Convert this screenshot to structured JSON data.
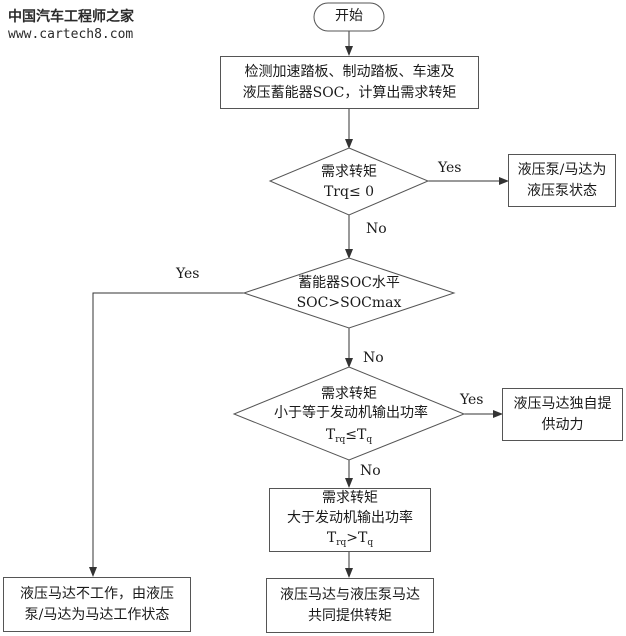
{
  "watermark": {
    "title": "中国汽车工程师之家",
    "url": "www.cartech8.com"
  },
  "nodes": {
    "start": "开始",
    "detect": {
      "line1": "检测加速踏板、制动踏板、车速及",
      "line2": "液压蓄能器SOC，计算出需求转矩"
    },
    "d1": {
      "line1": "需求转矩",
      "line2": "Trq≤ 0"
    },
    "pump_mode": {
      "line1": "液压泵/马达为",
      "line2": "液压泵状态"
    },
    "d2": {
      "line1": "蓄能器SOC水平",
      "line2": "SOC>SOCmax"
    },
    "d3": {
      "line1": "需求转矩",
      "line2": "小于等于发动机输出功率",
      "f_T": "T",
      "f_rq": "rq",
      "f_op": "≤T",
      "f_q": "q"
    },
    "motor_alone": {
      "line1": "液压马达独自提",
      "line2": "供动力"
    },
    "torque_gt": {
      "line1": "需求转矩",
      "line2": "大于发动机输出功率",
      "f_T": "T",
      "f_rq": "rq",
      "f_op": ">T",
      "f_q": "q"
    },
    "joint": {
      "line1": "液压马达与液压泵马达",
      "line2": "共同提供转矩"
    },
    "motor_idle": {
      "line1": "液压马达不工作，由液压",
      "line2": "泵/马达为马达工作状态"
    }
  },
  "edges": {
    "d1_yes": "Yes",
    "d1_no": "No",
    "d2_yes": "Yes",
    "d2_no": "No",
    "d3_yes": "Yes",
    "d3_no": "No"
  }
}
